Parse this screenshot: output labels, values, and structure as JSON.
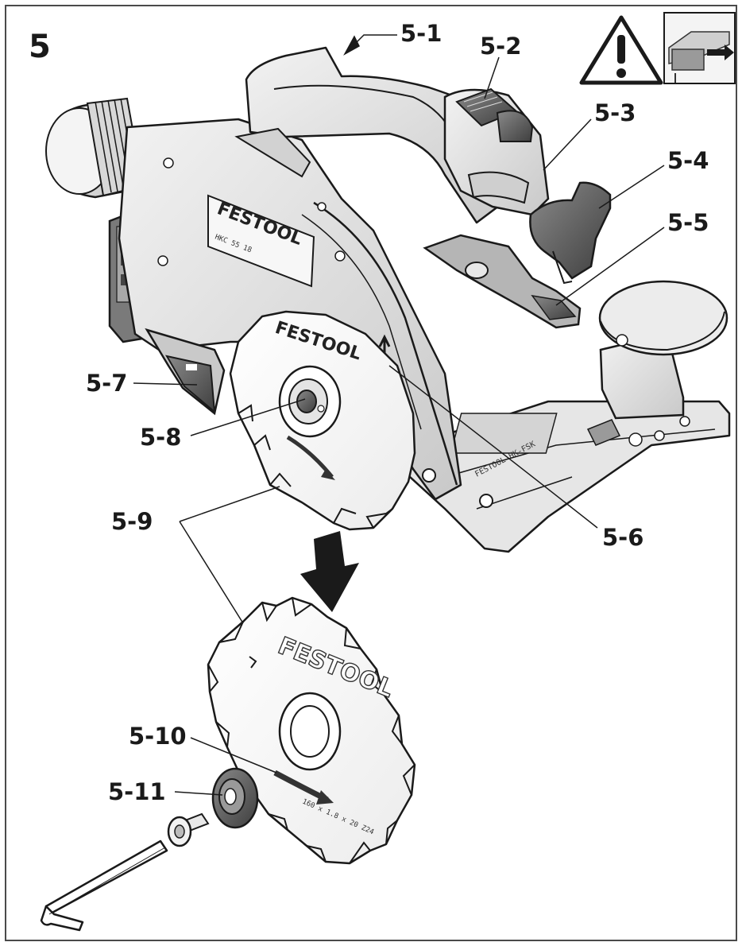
{
  "figure": {
    "number": "5"
  },
  "brand_text": "FESTOOL",
  "labels": [
    {
      "id": "5-1",
      "text": "5-1"
    },
    {
      "id": "5-2",
      "text": "5-2"
    },
    {
      "id": "5-3",
      "text": "5-3"
    },
    {
      "id": "5-4",
      "text": "5-4"
    },
    {
      "id": "5-5",
      "text": "5-5"
    },
    {
      "id": "5-6",
      "text": "5-6"
    },
    {
      "id": "5-7",
      "text": "5-7"
    },
    {
      "id": "5-8",
      "text": "5-8"
    },
    {
      "id": "5-9",
      "text": "5-9"
    },
    {
      "id": "5-10",
      "text": "5-10"
    },
    {
      "id": "5-11",
      "text": "5-11"
    }
  ],
  "icons": [
    "warning-icon",
    "unplug-battery-icon",
    "arrow-down-icon",
    "allen-key-icon"
  ],
  "colors": {
    "line": "#1a1a1a",
    "body_light": "#e2e2e2",
    "body_mid": "#bdbdbd",
    "dark": "#5a5a5a",
    "frame": "#4a4a4a"
  }
}
